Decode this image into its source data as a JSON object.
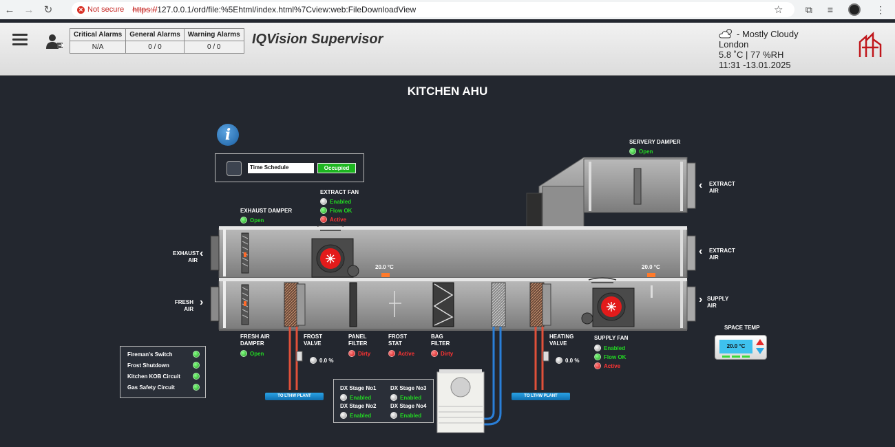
{
  "browser": {
    "not_secure": "Not secure",
    "url_scheme": "https://",
    "url_rest": "127.0.0.1/ord/file:%5Ehtml/index.html%7Cview:web:FileDownloadView"
  },
  "header": {
    "alarms": {
      "headers": [
        "Critical Alarms",
        "General Alarms",
        "Warning Alarms"
      ],
      "values": [
        "N/A",
        "0 / 0",
        "0 / 0"
      ]
    },
    "title": "IQVision Supervisor",
    "weather": {
      "condition": "- Mostly Cloudy",
      "city": "London",
      "readings": "5.8 ˚C | 77 %RH",
      "datetime": "11:31 -13.01.2025"
    }
  },
  "page": {
    "title": "KITCHEN AHU",
    "schedule": {
      "label": "Time Schedule",
      "value": "Occupied"
    }
  },
  "equipment": {
    "servery_damper": {
      "label": "SERVERY DAMPER",
      "status": "Open"
    },
    "extract_air_top": {
      "label_1": "EXTRACT",
      "label_2": "AIR"
    },
    "extract_fan": {
      "label": "EXTRACT FAN",
      "s1": "Enabled",
      "s2": "Flow OK",
      "s3": "Active"
    },
    "exhaust_damper": {
      "label": "EXHAUST DAMPER",
      "status": "Open"
    },
    "exhaust_air": {
      "label_1": "EXHAUST",
      "label_2": "AIR"
    },
    "extract_air_mid": {
      "label_1": "EXTRACT",
      "label_2": "AIR"
    },
    "fresh_air": {
      "label_1": "FRESH",
      "label_2": "AIR"
    },
    "supply_air": {
      "label_1": "SUPPLY",
      "label_2": "AIR"
    },
    "temp_extract": "20.0 °C",
    "temp_supply": "20.0 °C",
    "fresh_air_damper": {
      "label_1": "FRESH AIR",
      "label_2": "DAMPER",
      "status": "Open"
    },
    "frost_valve": {
      "label_1": "FROST",
      "label_2": "VALVE",
      "pct": "0.0 %"
    },
    "panel_filter": {
      "label_1": "PANEL",
      "label_2": "FILTER",
      "status": "Dirty"
    },
    "frost_stat": {
      "label_1": "FROST",
      "label_2": "STAT",
      "status": "Active"
    },
    "bag_filter": {
      "label_1": "BAG",
      "label_2": "FILTER",
      "status": "Dirty"
    },
    "heating_valve": {
      "label_1": "HEATING",
      "label_2": "VALVE",
      "pct": "0.0 %"
    },
    "supply_fan": {
      "label": "SUPPLY FAN",
      "s1": "Enabled",
      "s2": "Flow OK",
      "s3": "Active"
    },
    "space_temp": {
      "label": "SPACE TEMP",
      "value": "20.0 °C"
    },
    "plant_btn_1": "TO LTHW PLANT",
    "plant_btn_2": "TO LTHW PLANT"
  },
  "safety": [
    {
      "label": "Fireman's Switch"
    },
    {
      "label": "Frost Shutdown"
    },
    {
      "label": "Kitchen KOB Circuit"
    },
    {
      "label": "Gas Safety Circuit"
    }
  ],
  "dx": [
    {
      "label": "DX Stage No1",
      "status": "Enabled"
    },
    {
      "label": "DX Stage No3",
      "status": "Enabled"
    },
    {
      "label": "DX Stage No2",
      "status": "Enabled"
    },
    {
      "label": "DX Stage No4",
      "status": "Enabled"
    }
  ],
  "colors": {
    "accent_green": "#23d923",
    "alarm_red": "#ff3333",
    "background": "#23272f"
  }
}
